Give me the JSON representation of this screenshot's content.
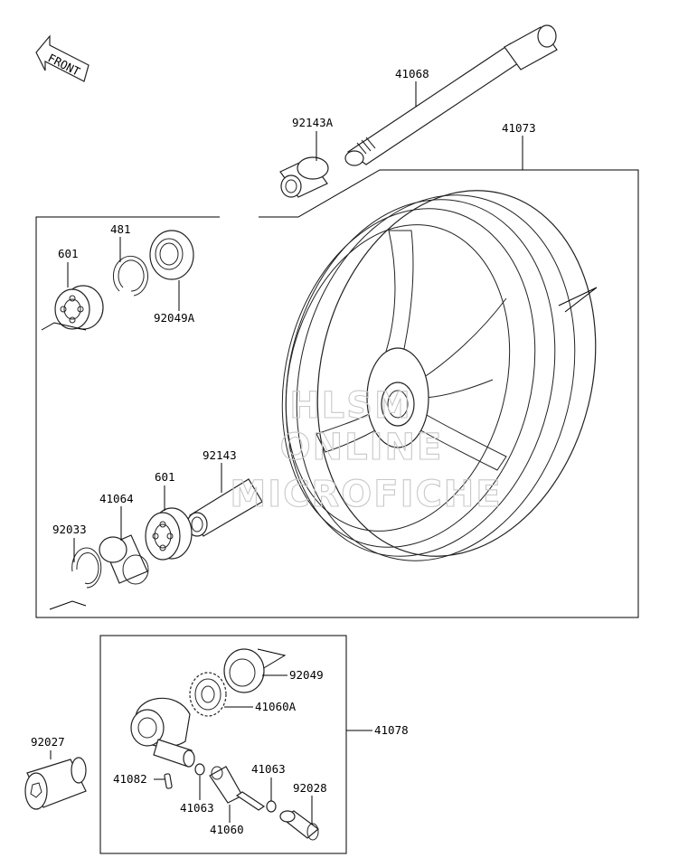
{
  "diagram": {
    "orientation_label": "FRONT",
    "colors": {
      "line": "#000000",
      "watermark": "#c8c8c8",
      "background": "#ffffff"
    },
    "watermark": {
      "lines": [
        "HLSM",
        "ONLINE",
        "MICROFICHE"
      ]
    },
    "parts": {
      "p41068": "41068",
      "p92143A": "92143A",
      "p41073": "41073",
      "p481": "481",
      "p601_top": "601",
      "p92049A": "92049A",
      "p92143": "92143",
      "p601_bottom": "601",
      "p41064": "41064",
      "p92033": "92033",
      "p92049": "92049",
      "p41060A": "41060A",
      "p41078": "41078",
      "p92027": "92027",
      "p41082": "41082",
      "p41063_right": "41063",
      "p92028": "92028",
      "p41063_left": "41063",
      "p41060": "41060"
    }
  }
}
